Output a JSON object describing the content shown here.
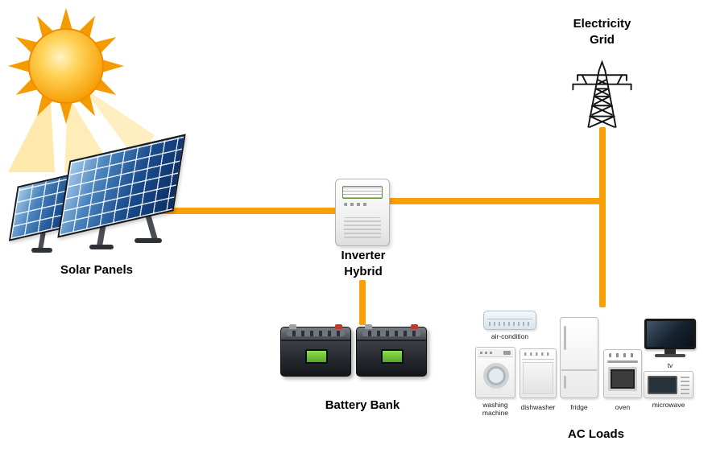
{
  "colors": {
    "connector": "#F9A008",
    "sun": "#F59B00",
    "panel_blue": "#1a4c8d",
    "battery_screen": "#7fd24a"
  },
  "nodes": {
    "solar": {
      "label": "Solar Panels"
    },
    "inverter": {
      "line1": "Inverter",
      "line2": "Hybrid"
    },
    "grid": {
      "line1": "Electricity",
      "line2": "Grid"
    },
    "battery": {
      "label": "Battery Bank"
    },
    "ac": {
      "label": "AC Loads",
      "appliances": [
        {
          "name": "air-condition",
          "label": "air-condition"
        },
        {
          "name": "washing-machine",
          "label": "washing machine"
        },
        {
          "name": "dishwasher",
          "label": "dishwasher"
        },
        {
          "name": "fridge",
          "label": "fridge"
        },
        {
          "name": "oven",
          "label": "oven"
        },
        {
          "name": "tv",
          "label": "tv"
        },
        {
          "name": "microwave",
          "label": "microwave"
        }
      ]
    }
  }
}
